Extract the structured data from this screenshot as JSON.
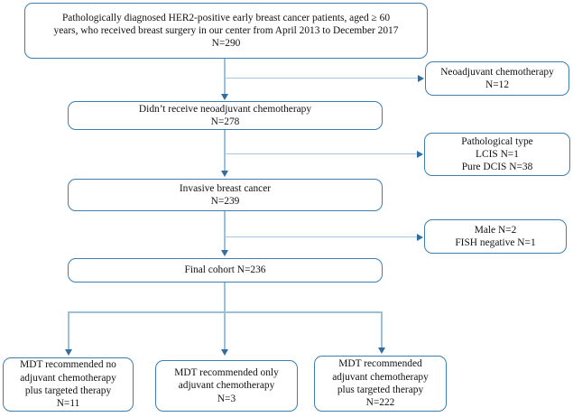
{
  "diagram": {
    "title": "CONSORT-style patient selection flowchart",
    "colors": {
      "box_border": "#3b7fb0",
      "connector": "#9cc0d8",
      "arrowhead": "#2f6ea5",
      "text": "#111111",
      "background": "#ffffff"
    }
  },
  "nodes": {
    "cohort_total": {
      "lines": [
        "Pathologically diagnosed HER2-positive early breast cancer patients, aged ≥ 60",
        "years, who received breast surgery in our center from April 2013 to December 2017",
        "N=290"
      ]
    },
    "excluded_neoadjuvant": {
      "lines": [
        "Neoadjuvant chemotherapy",
        "N=12"
      ]
    },
    "no_neoadjuvant": {
      "lines": [
        "Didn’t receive neoadjuvant chemotherapy",
        "N=278"
      ]
    },
    "excluded_pathological_type": {
      "lines": [
        "Pathological type",
        "LCIS N=1",
        "Pure DCIS N=38"
      ]
    },
    "invasive_breast_cancer": {
      "lines": [
        "Invasive breast cancer",
        "N=239"
      ]
    },
    "excluded_male_fish": {
      "lines": [
        "Male N=2",
        "FISH negative N=1"
      ]
    },
    "final_cohort": {
      "lines": [
        "Final cohort N=236"
      ]
    },
    "mdt_no_chemo": {
      "lines": [
        "MDT recommended no",
        "adjuvant chemotherapy",
        "plus targeted therapy",
        "N=11"
      ]
    },
    "mdt_only_chemo": {
      "lines": [
        "MDT recommended only",
        "adjuvant chemotherapy",
        "N=3"
      ]
    },
    "mdt_chemo_targeted": {
      "lines": [
        "MDT recommended",
        "adjuvant chemotherapy",
        "plus targeted therapy",
        "N=222"
      ]
    }
  }
}
